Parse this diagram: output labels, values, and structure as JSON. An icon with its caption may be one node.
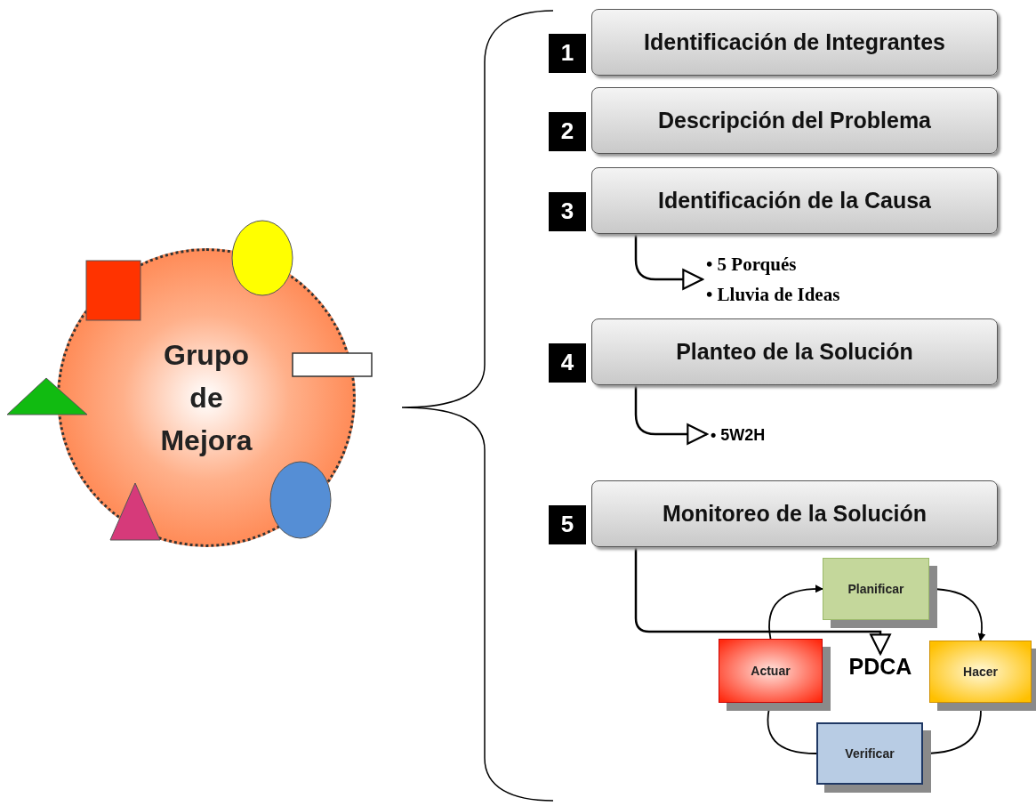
{
  "diagram": {
    "nodes": [
      {
        "text": [
          "Grupo de Mejora"
        ]
      },
      {
        "text": [
          "1",
          "Identificación de Integrantes"
        ]
      },
      {
        "text": [
          "2",
          "Descripción del Problema"
        ]
      },
      {
        "text": [
          "3",
          "Identificación de la Causa"
        ]
      },
      {
        "text": [
          "• 5 Porqués",
          "• Lluvia de Ideas"
        ]
      },
      {
        "text": [
          "4",
          "Planteo de la Solución"
        ]
      },
      {
        "text": [
          "• 5W2H"
        ]
      },
      {
        "text": [
          "5",
          "Monitoreo de la Solución"
        ]
      },
      {
        "text": [
          "PDCA"
        ]
      },
      {
        "text": [
          "Planificar"
        ]
      },
      {
        "text": [
          "Hacer"
        ]
      },
      {
        "text": [
          "Verificar"
        ]
      },
      {
        "text": [
          "Actuar"
        ]
      }
    ],
    "edges": [
      {
        "from": 3,
        "to": 4,
        "arrow": "to"
      },
      {
        "from": 5,
        "to": 6,
        "arrow": "to"
      },
      {
        "from": 7,
        "to": 8,
        "arrow": "to"
      },
      {
        "from": 9,
        "to": 10,
        "arrow": "to"
      },
      {
        "from": 10,
        "to": 11,
        "arrow": "to"
      },
      {
        "from": 11,
        "to": 12,
        "arrow": "to"
      },
      {
        "from": 12,
        "to": 9,
        "arrow": "to"
      }
    ]
  }
}
